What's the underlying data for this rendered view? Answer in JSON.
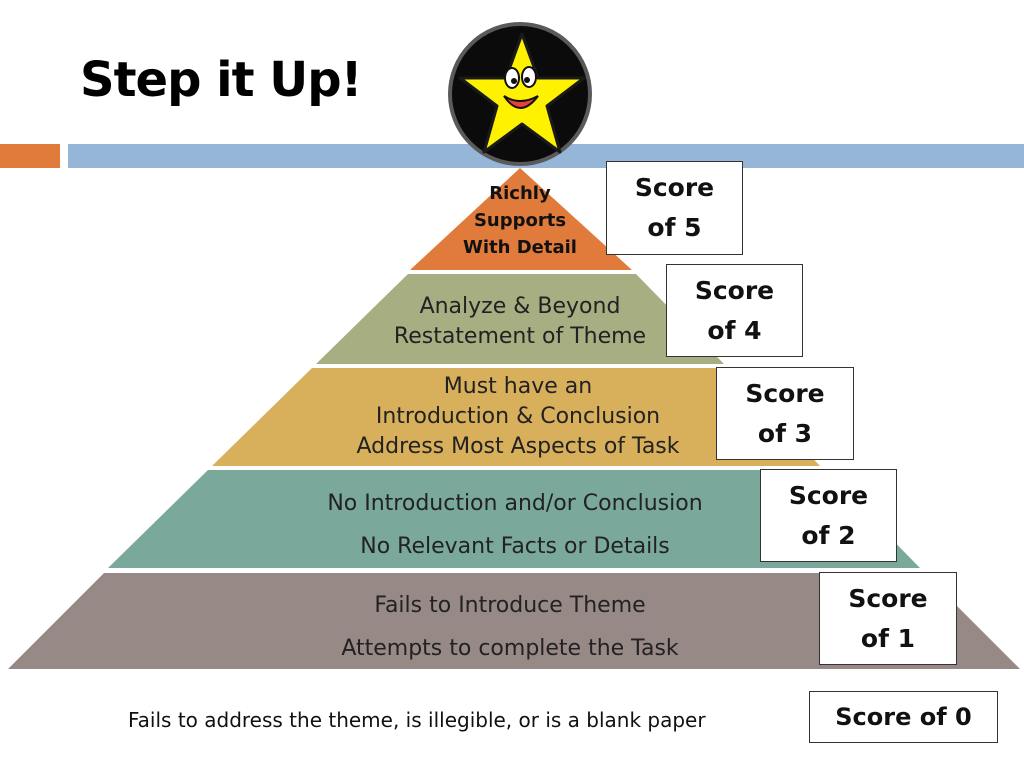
{
  "slide": {
    "title": "Step it Up!"
  },
  "colors": {
    "accent_orange": "#e07b3c",
    "accent_blue": "#95b6d6",
    "tier5": "#e07b3c",
    "tier4": "#a7ae82",
    "tier3": "#d8b05c",
    "tier2": "#7aa99b",
    "tier1": "#978a86",
    "star_yellow": "#fff200"
  },
  "badge": {
    "icon": "smiling-star-icon"
  },
  "tiers": [
    {
      "lines": [
        "Richly",
        "Supports",
        "With Detail"
      ],
      "score_line1": "Score",
      "score_line2": "of 5"
    },
    {
      "lines": [
        "Analyze & Beyond",
        "Restatement of Theme"
      ],
      "score_line1": "Score",
      "score_line2": "of 4"
    },
    {
      "lines": [
        "Must have an",
        "Introduction & Conclusion",
        "Address Most Aspects of Task"
      ],
      "score_line1": "Score",
      "score_line2": "of 3"
    },
    {
      "lines": [
        "No Introduction and/or Conclusion",
        "No Relevant Facts or Details"
      ],
      "score_line1": "Score",
      "score_line2": "of 2"
    },
    {
      "lines": [
        "Fails to Introduce Theme",
        "Attempts to complete the Task"
      ],
      "score_line1": "Score",
      "score_line2": "of 1"
    }
  ],
  "footer": {
    "text": "Fails to address the theme, is illegible, or is a blank paper",
    "score": "Score of 0"
  }
}
